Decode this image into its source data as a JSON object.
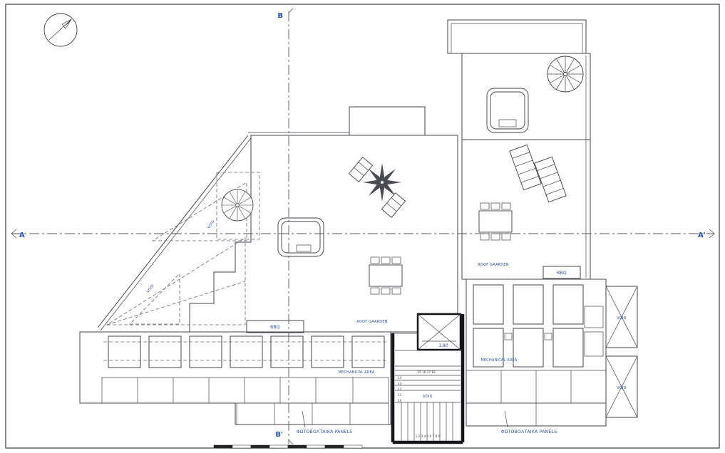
{
  "sheet": {
    "bg": "#ffffff",
    "line_color": "#44444c",
    "label_color": "#2b50b4",
    "grid_color": "#c4c4c8"
  },
  "sections": {
    "a": "A",
    "a_prime": "A'",
    "b": "B",
    "b_prime": "B'"
  },
  "labels": {
    "roof_garden_center": "ROOF GAARDEN",
    "roof_garden_right": "ROOF GAARDEN",
    "bbq_center": "BBQ",
    "bbq_right": "BBQ",
    "mechanical_area_left": "MECHANICAL AREA",
    "mechanical_area_right": "MECHANICAL AREA",
    "photovoltaic_left": "ΦΩΤΟΒΟΛΤΑΙΚΑ PANELS",
    "photovoltaic_right": "ΦΩΤΟΒΟΛΤΑΙΚΑ PANELS",
    "void_diag_upper": "VOID",
    "void_diag_lower": "VOID",
    "void_shaft_top": "VOID",
    "void_shaft_bottom": "VOID",
    "void_stairwell": "VOID",
    "elevator_dim": "1.80"
  },
  "stairs": {
    "upper_run": "15 16 17 18",
    "mid_run": [
      "14",
      "13",
      "12",
      "11",
      "10"
    ],
    "lower_run": "1 2 3 4 5 6 7 8 9"
  }
}
